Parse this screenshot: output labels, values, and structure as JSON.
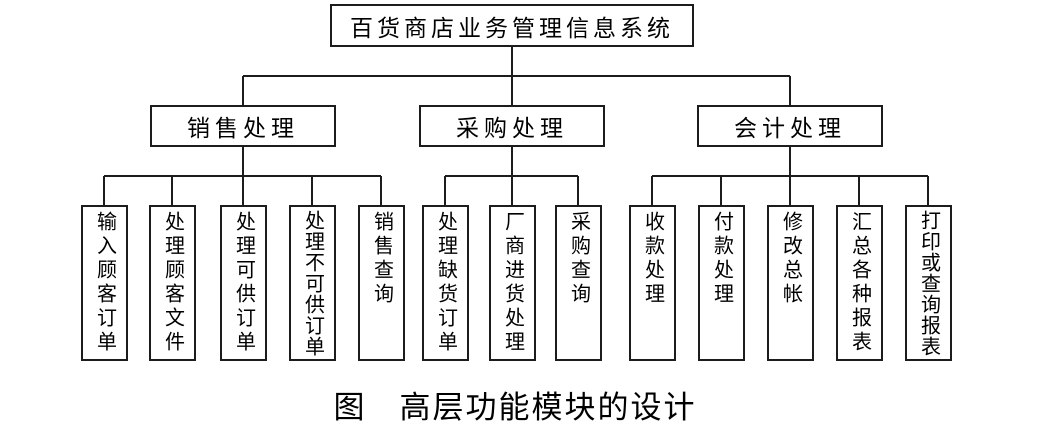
{
  "diagram": {
    "root": {
      "label": "百货商店业务管理信息系统"
    },
    "groups": [
      {
        "label": "销售处理",
        "children": [
          "输入顾客订单",
          "处理顾客文件",
          "处理可供订单",
          "处理不可供订单",
          "销售查询"
        ]
      },
      {
        "label": "采购处理",
        "children": [
          "处理缺货订单",
          "厂商进货处理",
          "采购查询"
        ]
      },
      {
        "label": "会计处理",
        "children": [
          "收款处理",
          "付款处理",
          "修改总帐",
          "汇总各种报表",
          "打印或查询报表"
        ]
      }
    ],
    "caption": "图　高层功能模块的设计"
  },
  "colors": {
    "line": "#1c1c1c",
    "background": "#ffffff",
    "text": "#000000"
  }
}
